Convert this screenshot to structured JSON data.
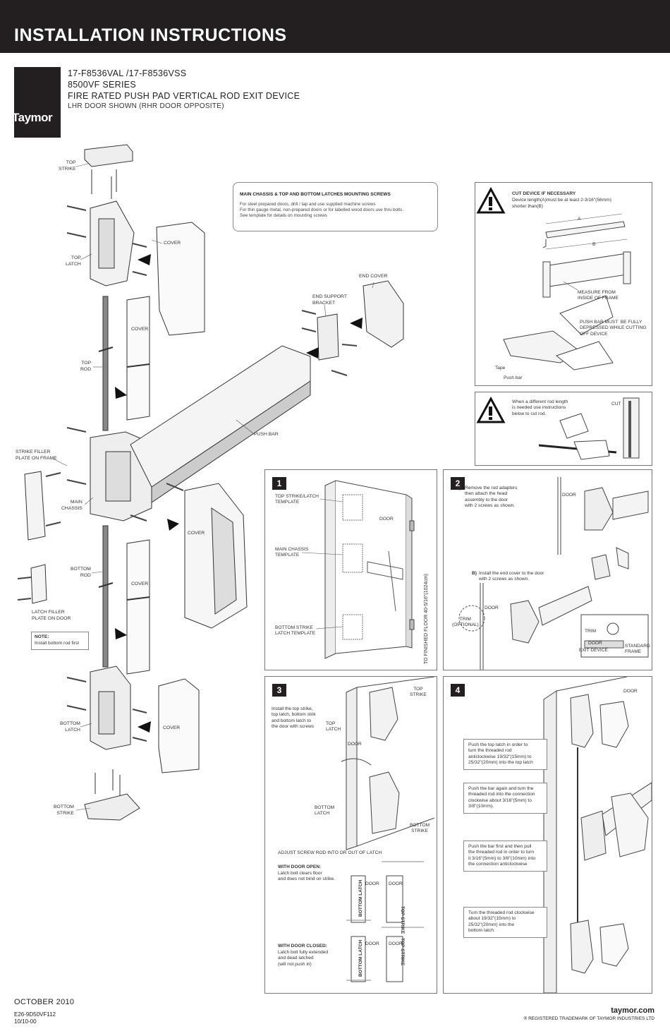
{
  "header": {
    "title": "INSTALLATION INSTRUCTIONS"
  },
  "logo": {
    "text": "Taymor"
  },
  "model": {
    "line1": "17-F8536VAL /17-F8536VSS",
    "line2": "8500VF SERIES",
    "line3": "FIRE RATED PUSH PAD VERTICAL ROD EXIT DEVICE",
    "line4": "LHR DOOR SHOWN (RHR DOOR OPPOSITE)"
  },
  "labels": {
    "top_strike": "TOP\nSTRIKE",
    "top_latch": "TOP\nLATCH",
    "cover": "COVER",
    "top_rod": "TOP\nROD",
    "strike_filler": "STRIKE FILLER\nPLATE ON FRAME",
    "main_chassis": "MAIN\nCHASSIS",
    "bottom_rod": "BOTTOM\nROD",
    "latch_filler": "LATCH FILLER\nPLATE ON DOOR",
    "bottom_latch": "BOTTOM\nLATCH",
    "bottom_strike": "BOTTOM\nSTRIKE",
    "push_bar": "PUSH BAR",
    "end_cover": "END COVER",
    "end_support": "END SUPPORT\nBRACKET"
  },
  "note": {
    "title": "NOTE:",
    "text": "Install bottom rod first"
  },
  "screws_note": {
    "title": "MAIN CHASSIS & TOP AND BOTTOM LATCHES MOUNTING SCREWS",
    "line1": "For steel prepared doors, drill / tap and use supplied machine screws",
    "line2": "For thin gauge metal, non-prepared doors or for labelled wood doors use thru bolts.",
    "line3": "See template for details on mounting screws"
  },
  "cut_panel": {
    "title": "CUT DEVICE IF NECESSARY",
    "line1": "Device length",
    "line1b": "must be at least 2-3/16\"(56mm)",
    "line2": "shorter than",
    "marker_a": "A",
    "marker_b": "B",
    "measure": "MEASURE FROM\nINSIDE OF FRAME",
    "depress": "PUSH BAR MUST  BE FULLY\nDEPRESSED WHILE CUTTING\nOFF DEVICE",
    "tape": "Tape",
    "push_bar": "Push bar"
  },
  "rod_panel": {
    "text": "When a different rod length\nis needed use instructions\nbelow to cut rod.",
    "cut": "CUT"
  },
  "step1": {
    "num": "1",
    "top_template": "TOP STRIKE/LATCH\nTEMPLATE",
    "door": "DOOR",
    "main_template": "MAIN CHASSIS\nTEMPLATE",
    "bottom_template": "BOTTOM STRIKE\nLATCH TEMPLATE",
    "floor": "TO FINISHED FLOOR 40-5/16\"(1024cm)"
  },
  "step2": {
    "num": "2",
    "a_label": "A)",
    "a_text": "Remove the rod adapters\nthen attach the head\nassembly to the door\nwith 2 screws as shown.",
    "door": "DOOR",
    "b_label": "B)",
    "b_text": "Install the end cover to the door\nwith 2 screws as shown.",
    "trim": "TRIM\n(OPTIONAL)",
    "door2": "DOOR",
    "trim2": "TRIM",
    "door3": "DOOR",
    "exit_device": "EXIT DEVICE",
    "standard_frame": "STANDARD\nFRAME"
  },
  "step3": {
    "num": "3",
    "text": "Install the top strike,\ntop latch, bottom strik\nand bottom latch to\nthe door with screws",
    "top_strike": "TOP\nSTRIKE",
    "top_latch": "TOP\nLATCH",
    "door": "DOOR",
    "bottom_latch": "BOTTOM\nLATCH",
    "bottom_strike": "BOTTOM\nSTRIKE",
    "adjust": "ADJUST SCREW ROD INTO OR OUT OF LATCH",
    "open_title": "WITH DOOR OPEN:",
    "open_text": "Latch bolt clears floor\nand does not bind on strike.",
    "closed_title": "WITH DOOR CLOSED:",
    "closed_text": "Latch bolt fully extended\nand dead latched\n(will not push in)",
    "bottom_latch_v": "BOTTOM LATCH",
    "top_strike_v": "TOP STRIKE",
    "door_a": "DOOR",
    "door_b": "DOOR"
  },
  "step4": {
    "num": "4",
    "door": "DOOR",
    "t1": "Push the top latch in order to\nturn the threaded rod\nanticlockwise 19/32\"(15mm) to\n25/32\"(20mm) into the top latch",
    "t2": "Push the bar again and turn the\nthreaded rod into the connection\nclockwise about 3/16\"(5mm) to\n3/8\"(10mm).",
    "t3": "Push the bar first and then pull\nthe threaded rod in order to turn\nit 3/16\"(5mm) to 3/8\"(10mm) into\nthe connection anticlockwise",
    "t4": "Turn the threaded rod clockwise\nabout 19/32\"(15mm) to\n25/32\"(20mm) into the\nbottom latch."
  },
  "footer": {
    "date": "OCTOBER 2010",
    "code1": "E26-9D50VF112",
    "code2": "10/10-00",
    "url": "taymor.com",
    "reg": "® REGISTERED TRADEMARK OF TAYMOR INDUSTRIES LTD"
  }
}
